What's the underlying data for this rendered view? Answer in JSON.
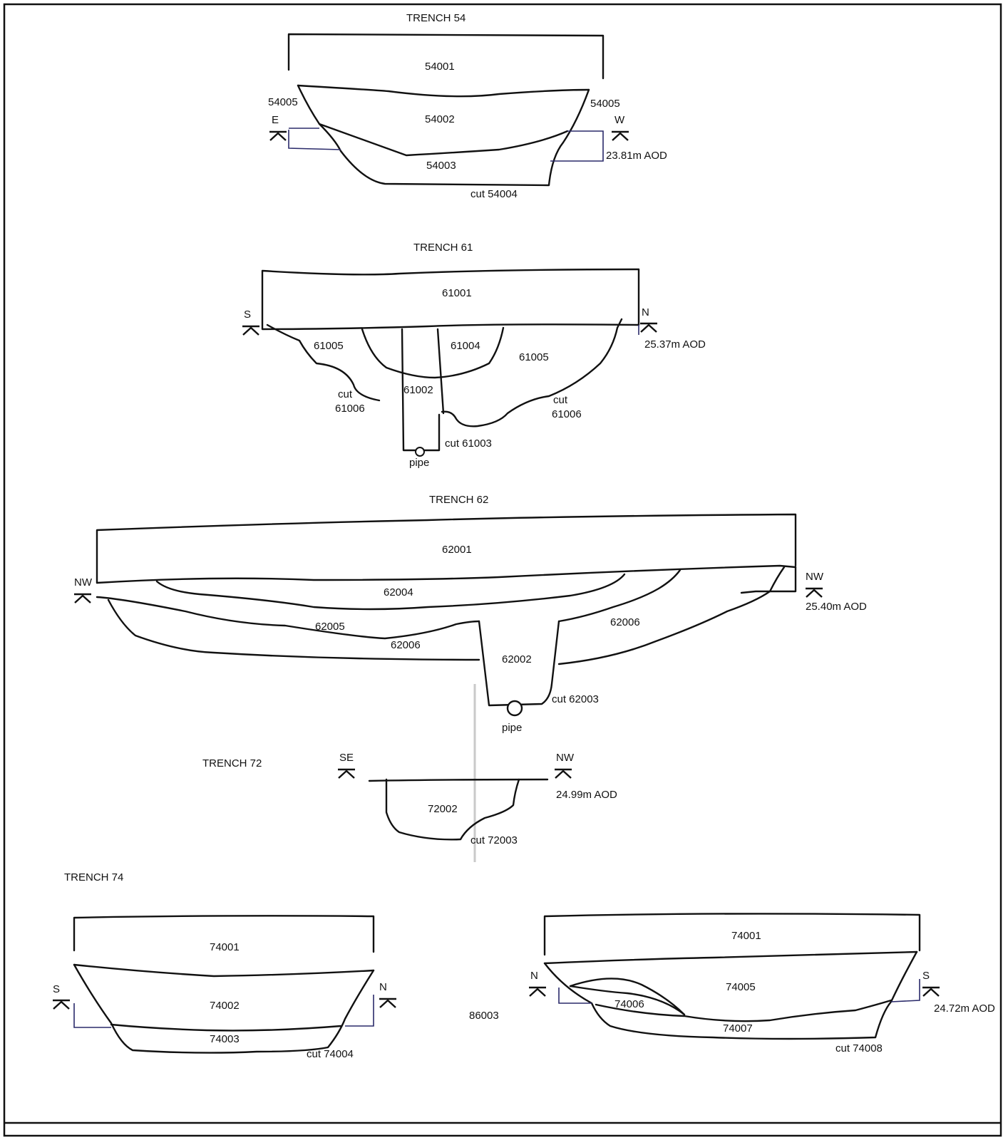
{
  "trench54": {
    "title": "TRENCH 54",
    "layers": [
      "54001",
      "54002",
      "54003"
    ],
    "edge_left": "54005",
    "edge_right": "54005",
    "dir_left": "E",
    "dir_right": "W",
    "level": "23.81m AOD",
    "cut": "cut 54004"
  },
  "trench61": {
    "title": "TRENCH 61",
    "layers": [
      "61001",
      "61005",
      "61004",
      "61005",
      "61002"
    ],
    "cut_left": [
      "cut",
      "61006"
    ],
    "cut_right": [
      "cut",
      "61006"
    ],
    "cut_pipe": "cut 61003",
    "pipe": "pipe",
    "dir_left": "S",
    "dir_right": "N",
    "level": "25.37m AOD"
  },
  "trench62": {
    "title": "TRENCH 62",
    "layers": [
      "62001",
      "62004",
      "62005",
      "62006",
      "62006",
      "62002"
    ],
    "cut": "cut 62003",
    "pipe": "pipe",
    "dir_left": "NW",
    "dir_right": "NW",
    "level": "25.40m AOD"
  },
  "trench72": {
    "title": "TRENCH 72",
    "dir_left": "SE",
    "dir_right": "NW",
    "level": "24.99m AOD",
    "layers": [
      "72002"
    ],
    "cut": "cut 72003"
  },
  "trench74": {
    "title": "TRENCH 74",
    "section_a": {
      "layers": [
        "74001",
        "74002",
        "74003"
      ],
      "dir_left": "S",
      "dir_right": "N",
      "cut": "cut 74004"
    },
    "section_b": {
      "layers": [
        "74001",
        "74005",
        "74006",
        "74007"
      ],
      "dir_left": "N",
      "dir_right": "S",
      "level": "24.72m AOD",
      "cut": "cut 74008"
    }
  },
  "stray_label": "86003"
}
